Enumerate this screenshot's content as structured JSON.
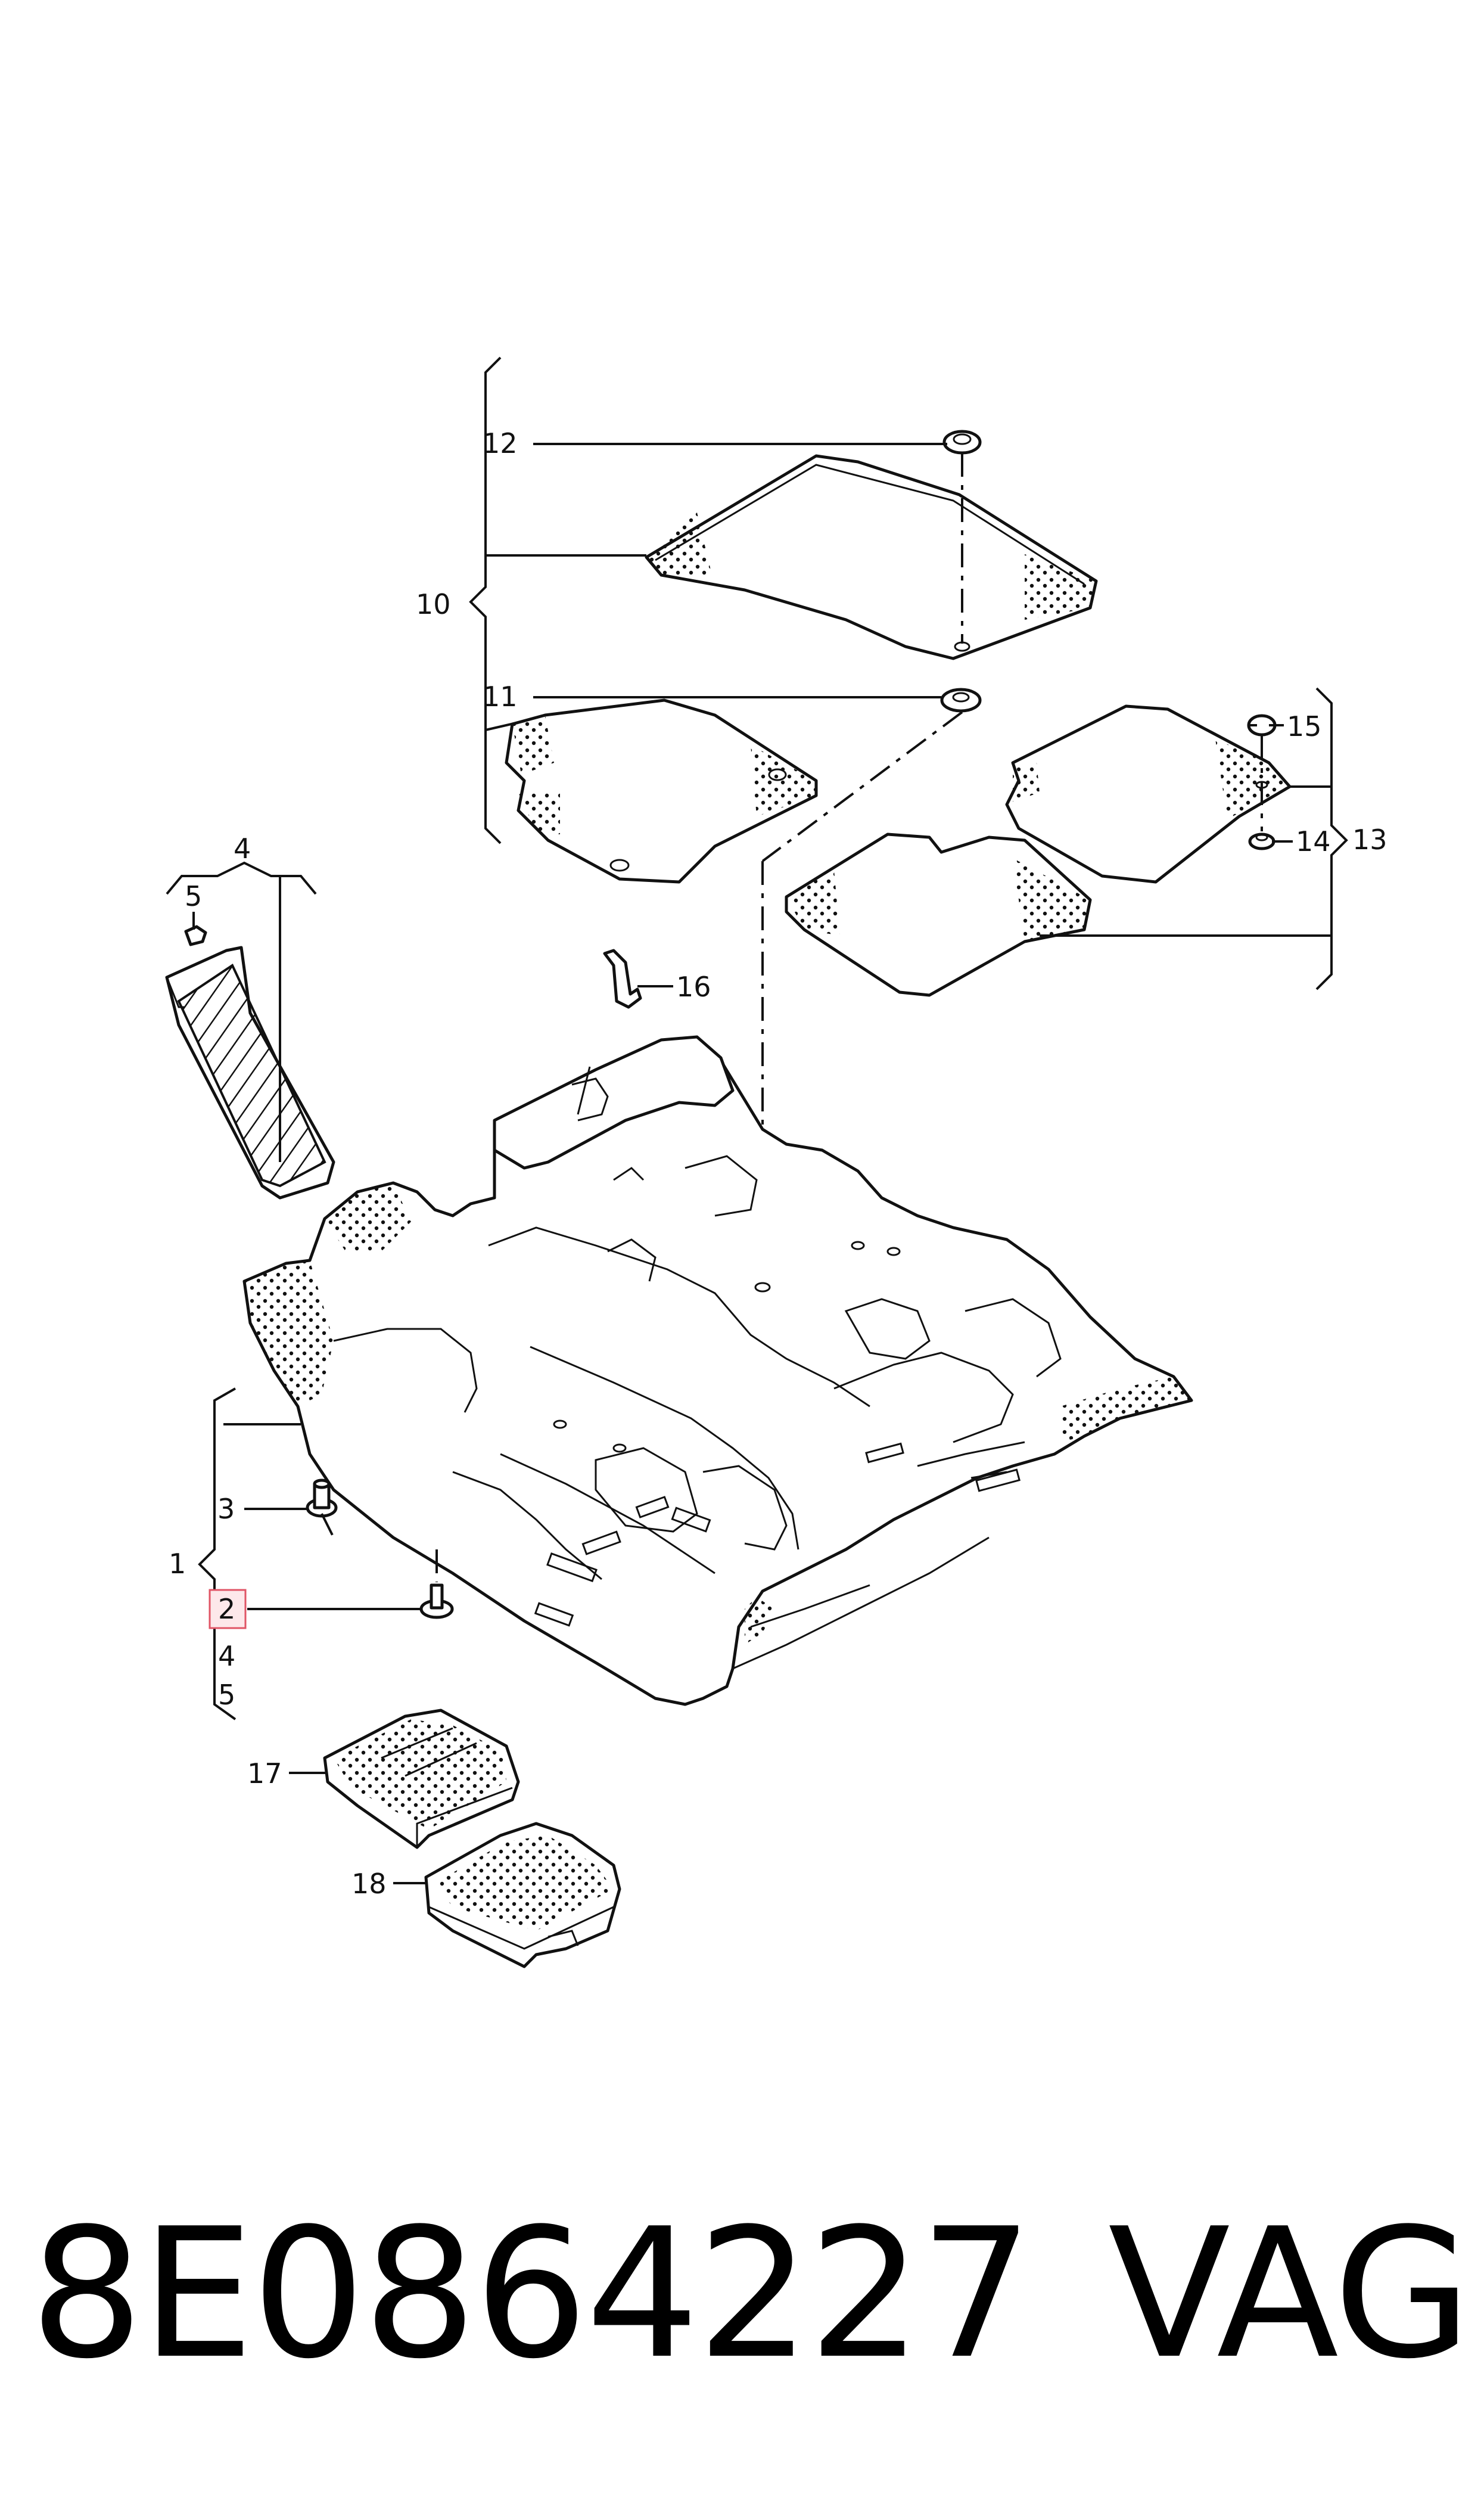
{
  "diagram": {
    "labels": {
      "l1": "1",
      "l2": "2",
      "l3": "3",
      "l4a": "4",
      "l4b": "4",
      "l5a": "5",
      "l5b": "5",
      "l10": "10",
      "l11": "11",
      "l12": "12",
      "l13": "13",
      "l14": "14",
      "l15": "15",
      "l16": "16",
      "l17": "17",
      "l18": "18"
    },
    "highlighted_label": "2"
  },
  "caption": {
    "part_number": "8E0864227",
    "brand": "VAG"
  }
}
